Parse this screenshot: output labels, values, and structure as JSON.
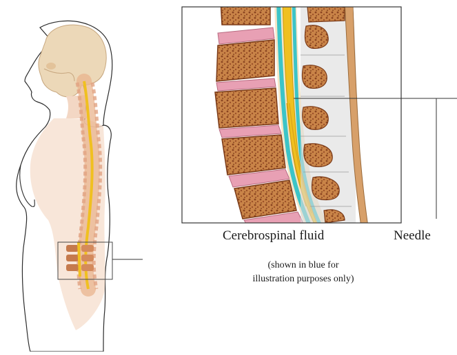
{
  "labels": {
    "csf": "Cerebrospinal fluid",
    "needle": "Needle",
    "note_line1": "(shown in blue for",
    "note_line2": "illustration purposes only)"
  },
  "colors": {
    "skin": "#f3d7c4",
    "outline": "#2b2b2b",
    "skull": "#ecd8b8",
    "bone_orange": "#c8864a",
    "bone_spongy": "#a5582b",
    "disc": "#e8a0b4",
    "cord": "#f0c020",
    "csf": "#3cc4c8",
    "ligament": "#d0d0d0",
    "line": "#333333"
  }
}
